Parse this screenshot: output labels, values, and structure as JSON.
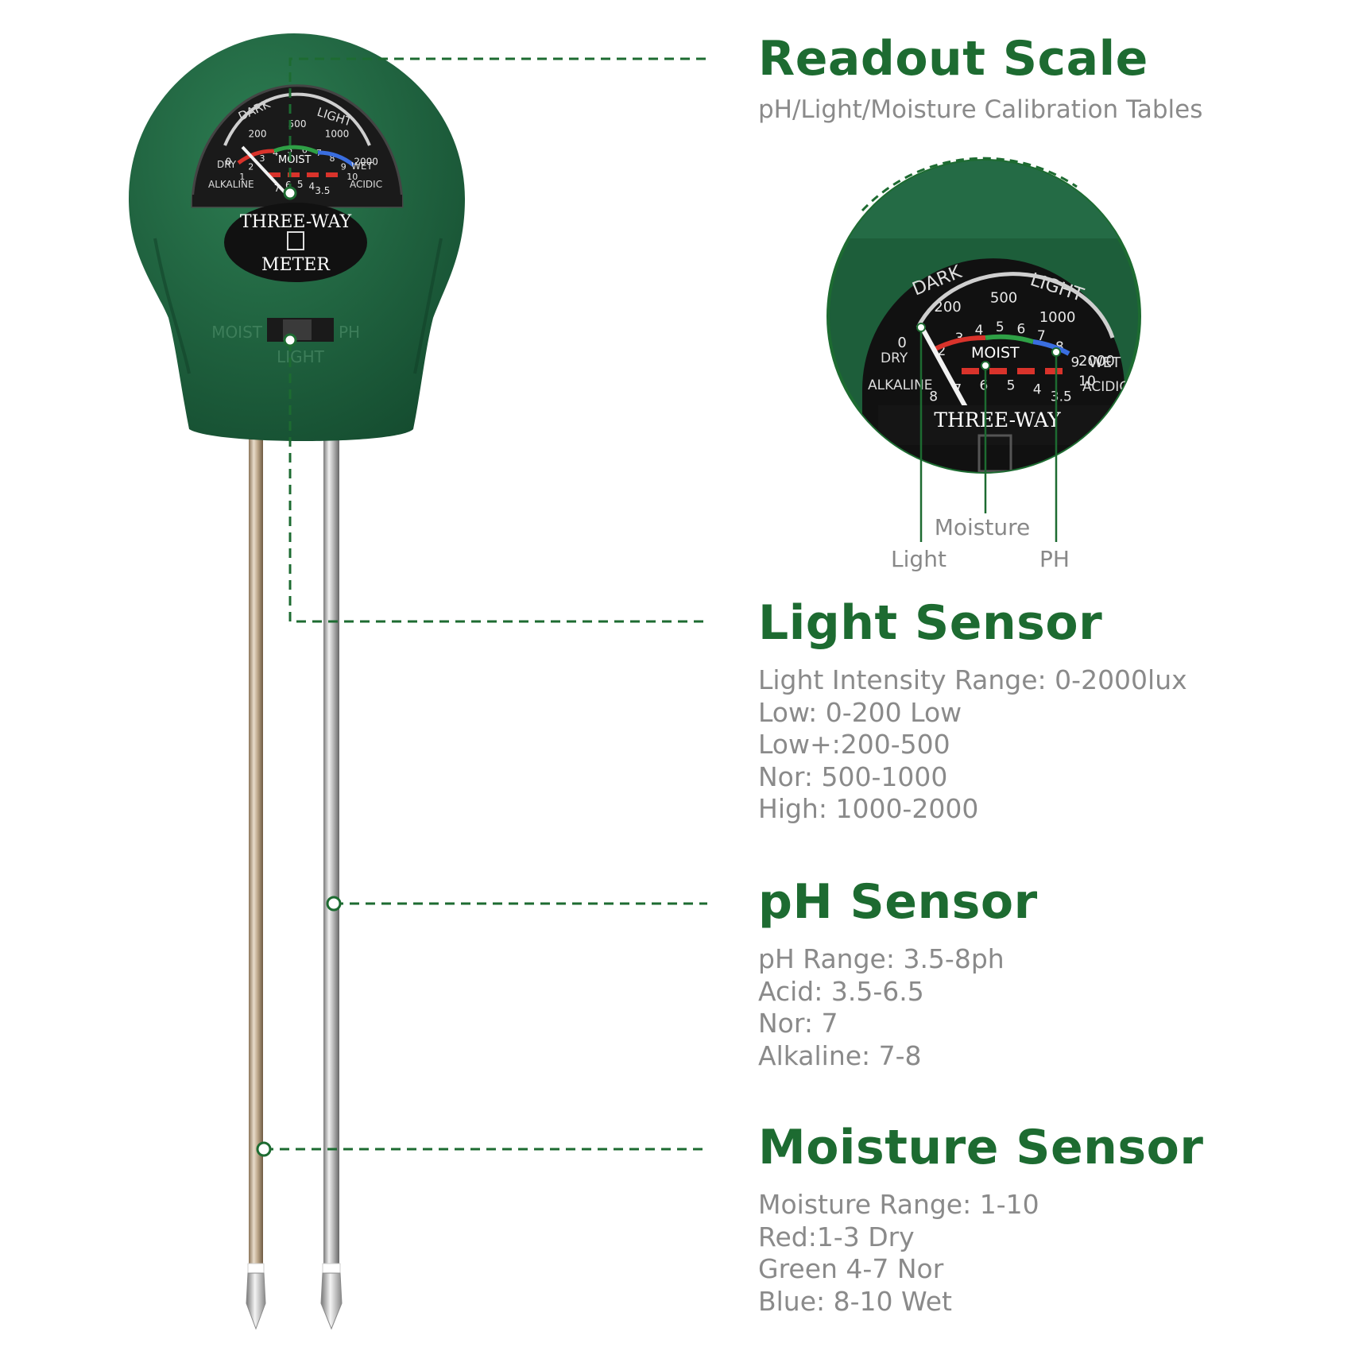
{
  "sections": {
    "readout": {
      "title": "Readout Scale",
      "subtitle": "pH/Light/Moisture Calibration Tables"
    },
    "light": {
      "title": "Light Sensor",
      "lines": [
        "Light Intensity Range: 0-2000lux",
        "Low: 0-200 Low",
        "Low+:200-500",
        "Nor: 500-1000",
        "High: 1000-2000"
      ]
    },
    "ph": {
      "title": "pH Sensor",
      "lines": [
        "pH Range: 3.5-8ph",
        "Acid: 3.5-6.5",
        "Nor: 7",
        "Alkaline: 7-8"
      ]
    },
    "moisture": {
      "title": "Moisture Sensor",
      "lines": [
        "Moisture Range: 1-10",
        "Red:1-3 Dry",
        "Green 4-7 Nor",
        "Blue: 8-10 Wet"
      ]
    }
  },
  "zoom_callouts": {
    "moisture": "Moisture",
    "light": "Light",
    "ph": "PH"
  },
  "meter": {
    "brand_line1": "THREE-WAY",
    "brand_line2": "METER",
    "switch_moist": "MOIST",
    "switch_ph": "PH",
    "switch_light": "LIGHT",
    "dial": {
      "dark": "DARK",
      "light": "LIGHT",
      "lux_ticks": [
        "0",
        "200",
        "500",
        "1000",
        "2000"
      ],
      "moist_ticks": [
        "1",
        "2",
        "3",
        "4",
        "5",
        "6",
        "7",
        "8",
        "9",
        "10"
      ],
      "ph_ticks": [
        "8",
        "7",
        "6",
        "5",
        "4",
        "3.5"
      ],
      "dry": "DRY",
      "moist": "MOIST",
      "wet": "WET",
      "alkaline": "ALKALINE",
      "acidic": "ACIDIC"
    }
  },
  "colors": {
    "accent": "#1d6b31",
    "body": "#1f6a42",
    "text_gray": "#8a8a8a",
    "dry_red": "#d9332b",
    "normal_green": "#2fa046",
    "wet_blue": "#3a6ee0"
  }
}
